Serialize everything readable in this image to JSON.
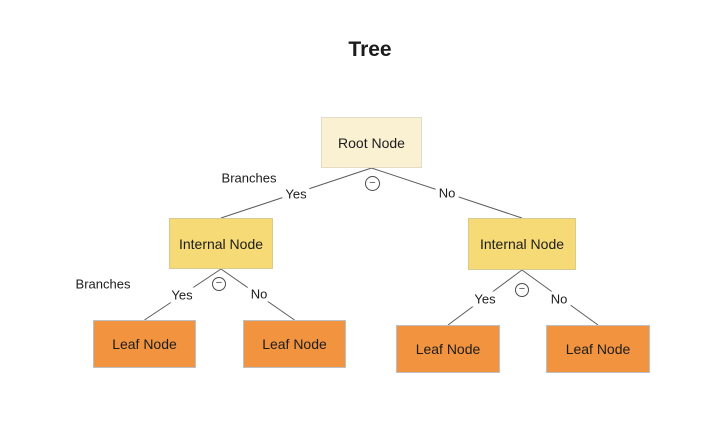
{
  "title": "Tree",
  "colors": {
    "background": "#ffffff",
    "root_fill": "#faf0d2",
    "root_border": "#e4dcc2",
    "internal_fill": "#f5da76",
    "internal_border": "#d8ca90",
    "leaf_fill": "#f2943f",
    "leaf_border": "#bcc0c4",
    "edge_line": "#5c5c5c",
    "text": "#1c1c1c"
  },
  "nodes": {
    "root": {
      "label": "Root Node",
      "type": "root"
    },
    "internal_left": {
      "label": "Internal Node",
      "type": "internal"
    },
    "internal_right": {
      "label": "Internal Node",
      "type": "internal"
    },
    "leaf_1": {
      "label": "Leaf Node",
      "type": "leaf"
    },
    "leaf_2": {
      "label": "Leaf Node",
      "type": "leaf"
    },
    "leaf_3": {
      "label": "Leaf Node",
      "type": "leaf"
    },
    "leaf_4": {
      "label": "Leaf Node",
      "type": "leaf"
    }
  },
  "edges": {
    "root_to_internal_left": {
      "label": "Yes"
    },
    "root_to_internal_right": {
      "label": "No"
    },
    "internal_left_to_leaf_1": {
      "label": "Yes"
    },
    "internal_left_to_leaf_2": {
      "label": "No"
    },
    "internal_right_to_leaf_3": {
      "label": "Yes"
    },
    "internal_right_to_leaf_4": {
      "label": "No"
    }
  },
  "annotations": {
    "branches_level_1": "Branches",
    "branches_level_2": "Branches"
  },
  "icons": {
    "collapse_symbol": "−"
  }
}
